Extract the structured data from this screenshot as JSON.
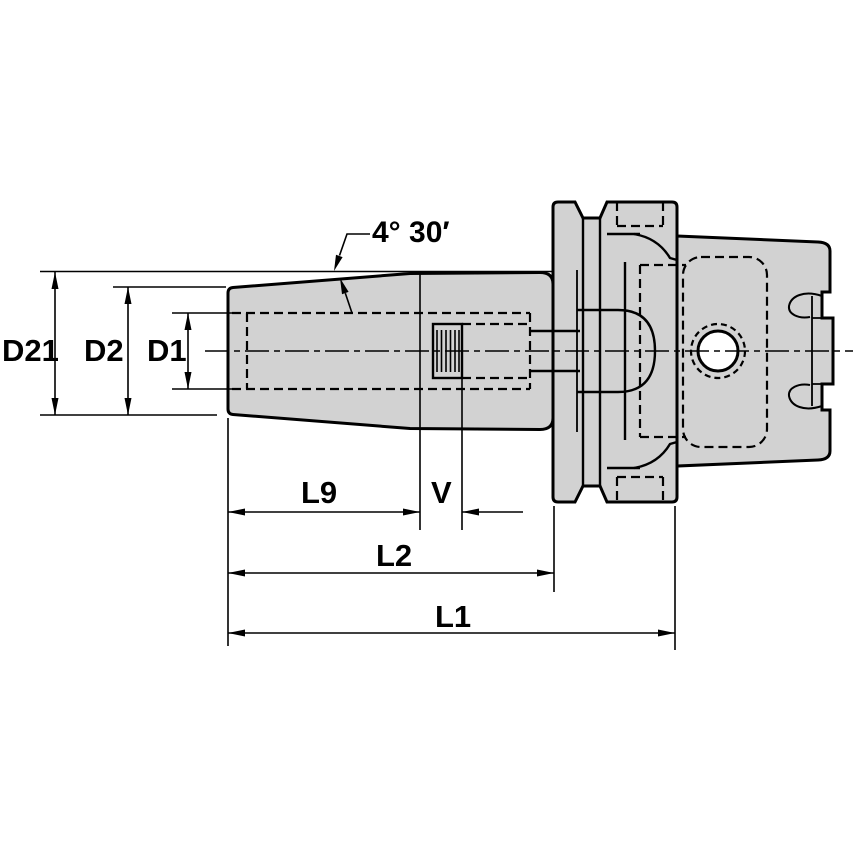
{
  "drawing": {
    "kind": "tool-holder-dimension-drawing",
    "labels": {
      "d21": "D21",
      "d2": "D2",
      "d1": "D1",
      "l9": "L9",
      "v": "V",
      "l2": "L2",
      "l1": "L1",
      "taper_angle": "4° 30′"
    },
    "colors": {
      "background": "#ffffff",
      "part_fill": "#d2d2d2",
      "line": "#000000"
    }
  }
}
